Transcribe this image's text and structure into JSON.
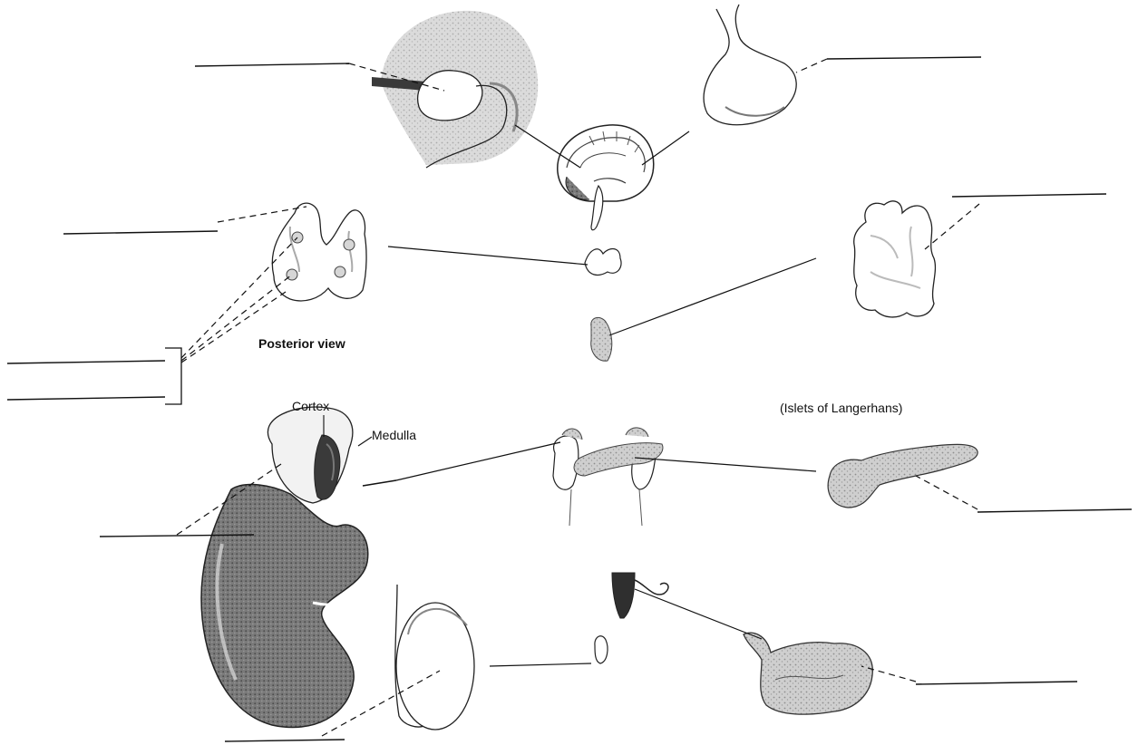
{
  "labels": {
    "posterior_view": "Posterior view",
    "islets": "(Islets of Langerhans)",
    "cortex": "Cortex",
    "medulla": "Medulla"
  },
  "colors": {
    "line": "#111111",
    "organ_fill": "#f4f4f4",
    "organ_stroke": "#333333",
    "shade_light": "#d9d9d9",
    "shade_mid": "#a9a9a9",
    "shade_dark": "#6b6b6b",
    "shade_darkest": "#3a3a3a"
  }
}
